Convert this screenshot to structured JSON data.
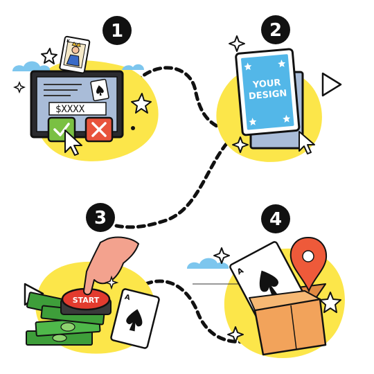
{
  "steps": [
    {
      "number": "1"
    },
    {
      "number": "2"
    },
    {
      "number": "3"
    },
    {
      "number": "4"
    }
  ],
  "step1": {
    "price_text": "$XXXX"
  },
  "step2": {
    "design_line1": "YOUR",
    "design_line2": "DESIGN"
  },
  "step3": {
    "button_label": "START"
  },
  "colors": {
    "yellow_blob": "#FCE64A",
    "sky_blue": "#7DC6EE",
    "card_blue": "#53B7E8",
    "screen_blue": "#A9BCD8",
    "accept_green": "#7AC043",
    "reject_red": "#E8543C",
    "start_red": "#E23B2E",
    "hand_pink": "#F3A28E",
    "cash_green": "#3E9E3A",
    "box_orange": "#F2A35B",
    "pin_red": "#EE5A3A",
    "outline": "#111111"
  }
}
